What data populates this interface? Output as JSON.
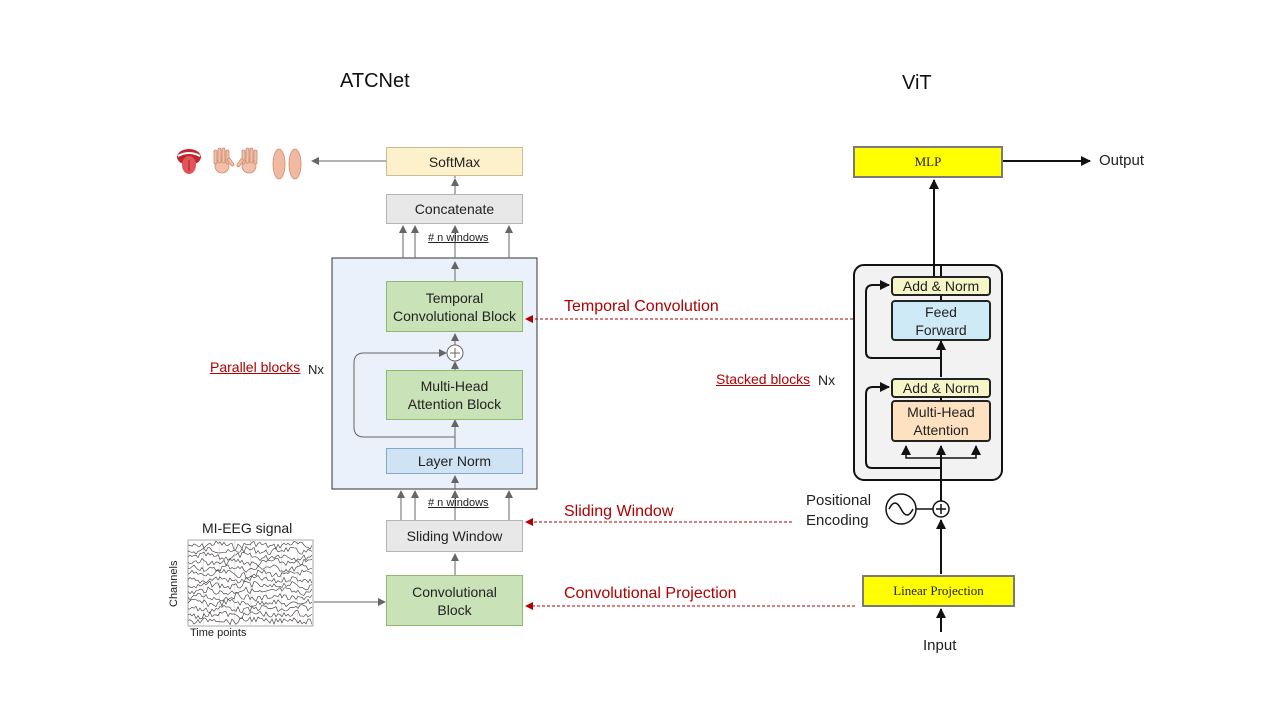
{
  "atcnet": {
    "title": "ATCNet",
    "softmax": "SoftMax",
    "concatenate": "Concatenate",
    "n_windows_top": "# n windows",
    "temporal_block": "Temporal\nConvolutional Block",
    "mha_block": "Multi-Head\nAttention Block",
    "layer_norm": "Layer Norm",
    "n_windows_bottom": "# n windows",
    "sliding_window": "Sliding Window",
    "conv_block": "Convolutional\nBlock",
    "parallel_blocks": "Parallel blocks",
    "nx": "Nx",
    "eeg_title": "MI-EEG signal",
    "eeg_ylabel": "Channels",
    "eeg_xlabel": "Time points",
    "outputs": [
      "tongue-icon",
      "left-hand-icon",
      "right-hand-icon",
      "feet-icon"
    ]
  },
  "vit": {
    "title": "ViT",
    "mlp": "MLP",
    "output": "Output",
    "add_norm_top": "Add & Norm",
    "feed_forward": "Feed\nForward",
    "add_norm_bottom": "Add & Norm",
    "mha": "Multi-Head\nAttention",
    "stacked_blocks": "Stacked blocks",
    "nx": "Nx",
    "positional_encoding": "Positional\nEncoding",
    "linear_projection": "Linear Projection",
    "input": "Input"
  },
  "mapping": {
    "temporal": "Temporal Convolution",
    "sliding": "Sliding Window",
    "projection": "Convolutional Projection"
  },
  "colors": {
    "mapping_red": "#b00000",
    "green": "#c9e2b8",
    "blue": "#cfe3f4",
    "yellow": "#ffff00"
  }
}
